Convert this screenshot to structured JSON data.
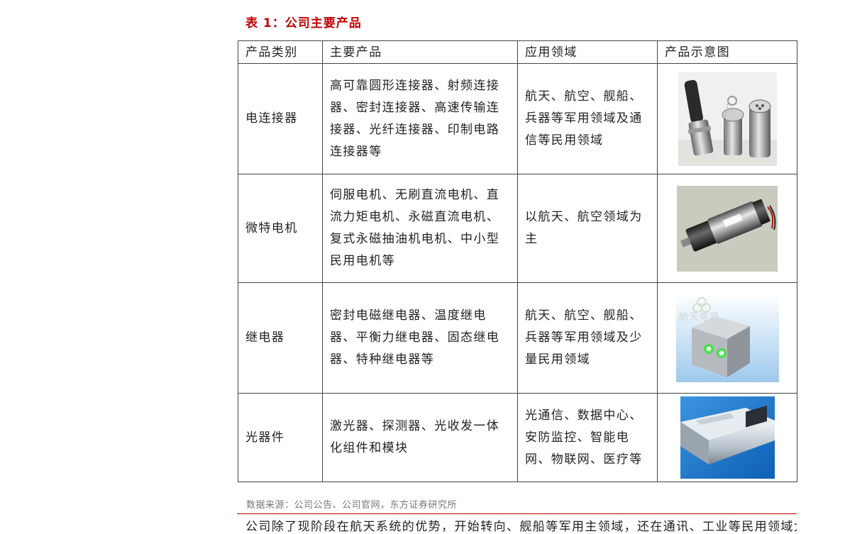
{
  "caption": "表 1：公司主要产品",
  "table": {
    "headers": [
      "产品类别",
      "主要产品",
      "应用领域",
      "产品示意图"
    ],
    "rows": [
      {
        "category": "电连接器",
        "products": "高可靠圆形连接器、射频连接器、密封连接器、高速传输连接器、光纤连接器、印制电路连接器等",
        "application": "航天、航空、舰船、兵器等军用领域及通信等民用领域",
        "image": "connector-photo"
      },
      {
        "category": "微特电机",
        "products": "伺服电机、无刷直流电机、直流力矩电机、永磁直流电机、复式永磁抽油机电机、中小型民用电机等",
        "application": "以航天、航空领域为主",
        "image": "motor-photo"
      },
      {
        "category": "继电器",
        "products": "密封电磁继电器、温度继电器、平衡力继电器、固态继电器、特种继电器等",
        "application": "航天、航空、舰船、兵器等军用领域及少量民用领域",
        "image": "relay-photo",
        "image_watermark": "航天电器"
      },
      {
        "category": "光器件",
        "products": "激光器、探测器、光收发一体化组件和模块",
        "application": "光通信、数据中心、安防监控、智能电网、物联网、医疗等",
        "image": "optical-module-photo"
      }
    ]
  },
  "source": "数据来源：公司公告、公司官网，东方证券研究所",
  "cut_text": "公司除了现阶段在航天系统的优势，开始转向、舰船等军用主领域，还在通讯、工业等民用领域大程",
  "colors": {
    "accent": "#c00000",
    "border": "#444444"
  }
}
